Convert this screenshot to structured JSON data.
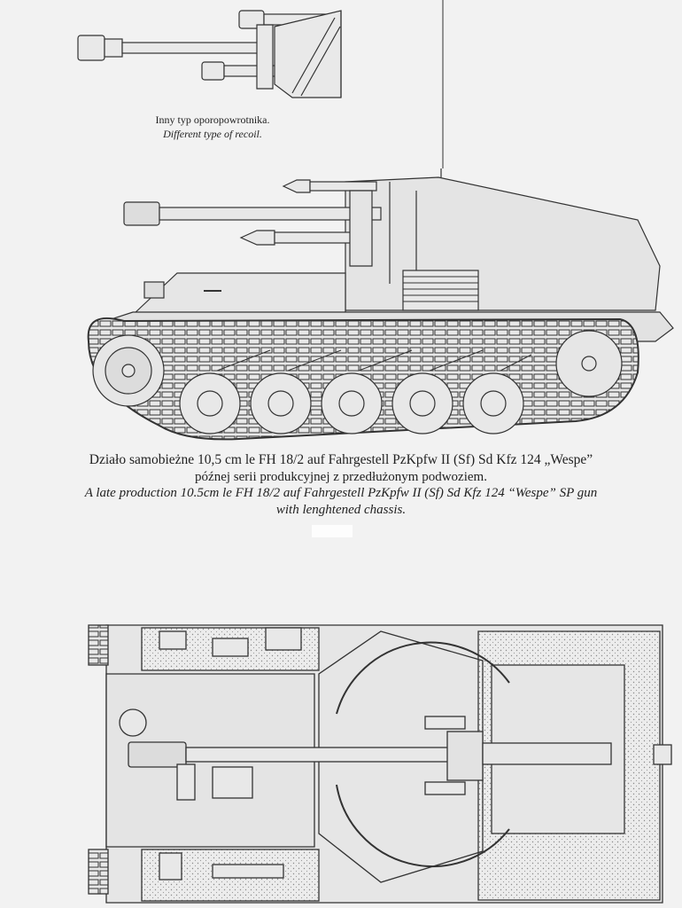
{
  "captions": {
    "detail_pl": "Inny typ oporopowrotnika.",
    "detail_en": "Different type of recoil.",
    "main_pl_line1": "Działo samobieżne 10,5 cm le FH 18/2 auf Fahrgestell PzKpfw II (Sf) Sd Kfz 124 „Wespe”",
    "main_pl_line2": "późnej serii produkcyjnej z przedłużonym podwoziem.",
    "main_en_line1": "A late production 10.5cm le FH 18/2 auf Fahrgestell PzKpfw II (Sf) Sd Kfz 124 “Wespe” SP gun",
    "main_en_line2": "with lenghtened chassis."
  },
  "colors": {
    "paper": "#f2f2f2",
    "line": "#3a3a3a",
    "fill": "#e6e6e6",
    "stipple": "#9a9a9a"
  }
}
